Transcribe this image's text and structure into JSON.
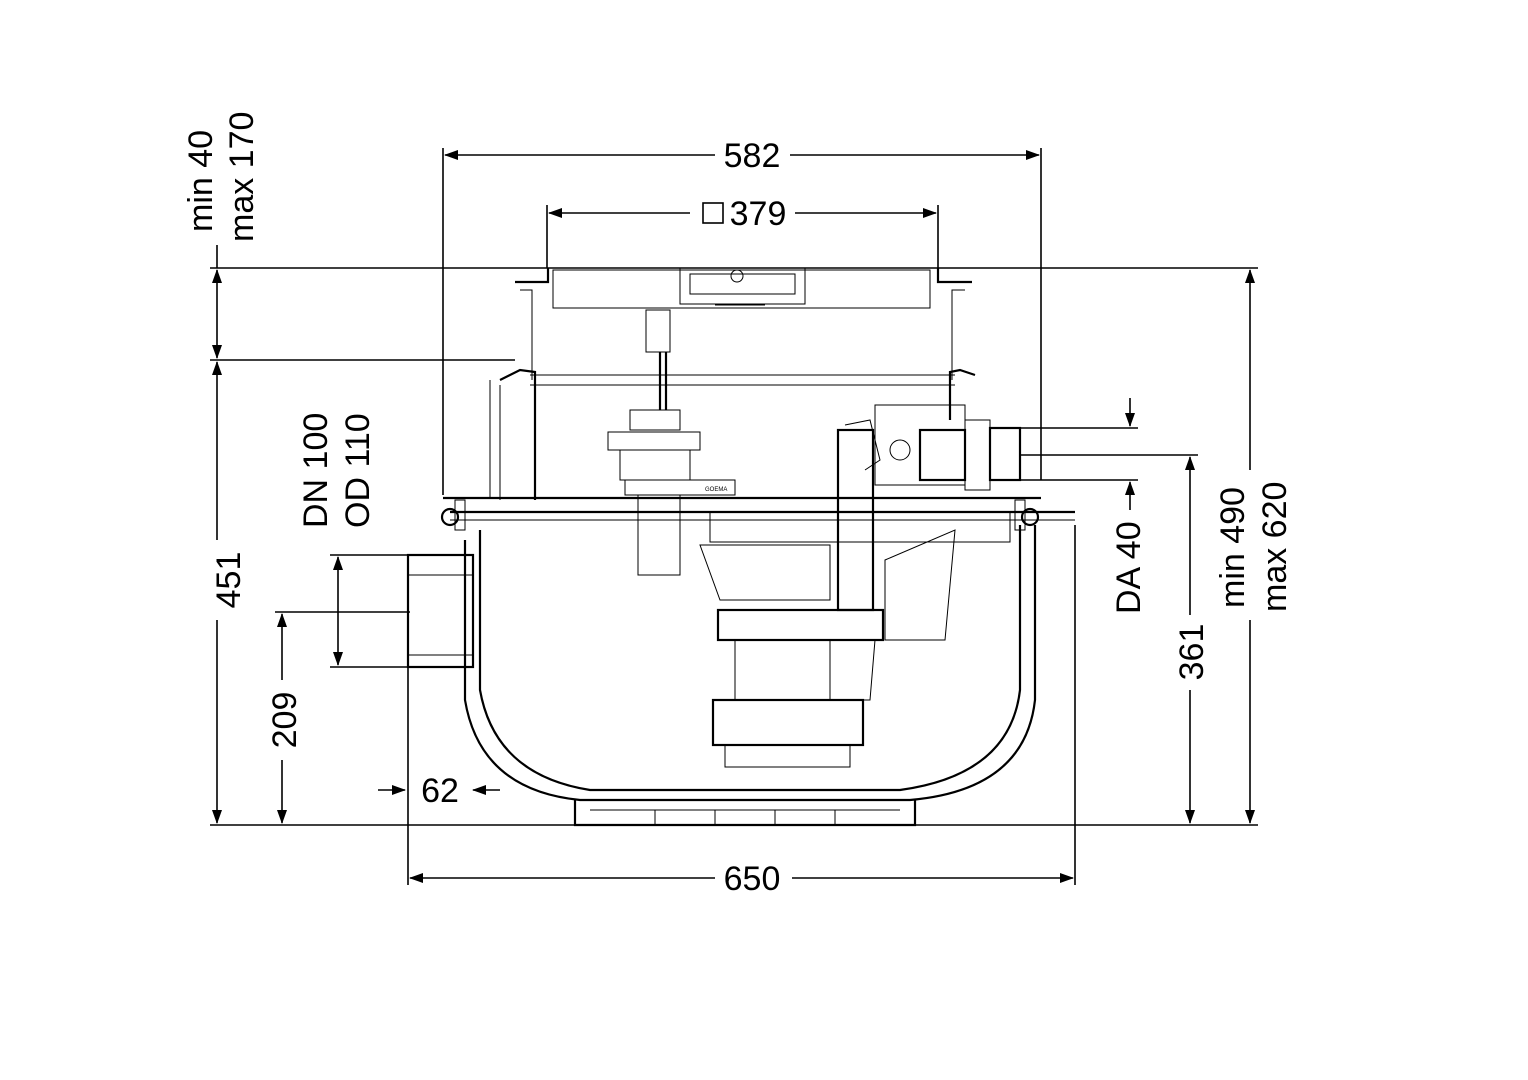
{
  "drawing": {
    "title": "Pumping station section drawing",
    "dimensions": {
      "overall_width": "582",
      "grate_size_symbol": "□",
      "grate_size": "379",
      "height_adjust_min": "min 40",
      "height_adjust_max": "max 170",
      "body_height": "451",
      "inlet_height": "209",
      "inlet_dn": "DN 100",
      "inlet_od": "OD 110",
      "inlet_offset": "62",
      "base_width": "650",
      "outlet_da": "DA 40",
      "outlet_height": "361",
      "total_height_min": "min 490",
      "total_height_max": "max 620"
    },
    "pump_label": "GOEMA"
  }
}
